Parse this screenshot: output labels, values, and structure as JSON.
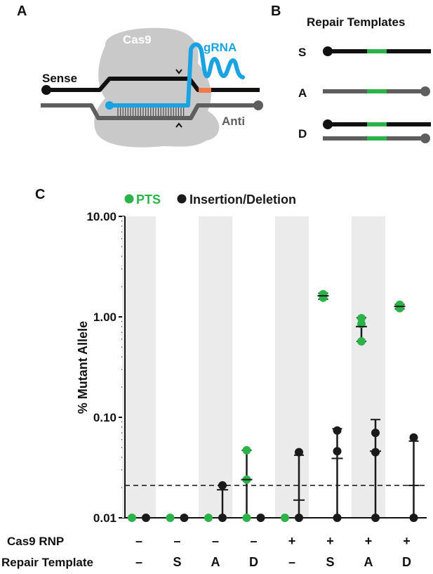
{
  "panel_a": {
    "letter": "A",
    "cas9_label": "Cas9",
    "grna_label": "gRNA",
    "sense_label": "Sense",
    "anti_label": "Anti"
  },
  "panel_b": {
    "letter": "B",
    "title": "Repair Templates",
    "templates": [
      "S",
      "A",
      "D"
    ]
  },
  "panel_c": {
    "letter": "C",
    "legend": [
      {
        "label": "PTS",
        "color": "#2bb34a"
      },
      {
        "label": "Insertion/Deletion",
        "color": "#1a1a1a"
      }
    ]
  },
  "colors": {
    "grna": "#1aa3e0",
    "pts": "#2bb34a",
    "cas9": "#c9c9c9",
    "sense": "#111111",
    "anti": "#5e5e5e",
    "pam": "#f07a4a"
  },
  "chart_data": {
    "type": "scatter",
    "yscale": "log",
    "ylabel": "% Mutant Allele",
    "ylim": [
      0.01,
      10
    ],
    "yticks": [
      "10.00",
      "1.00",
      "0.10",
      "0.01"
    ],
    "threshold": 0.021,
    "row_labels": [
      "Cas9 RNP",
      "Repair Template"
    ],
    "groups": [
      {
        "cas9": "–",
        "template": "–"
      },
      {
        "cas9": "–",
        "template": "S"
      },
      {
        "cas9": "–",
        "template": "A"
      },
      {
        "cas9": "–",
        "template": "D"
      },
      {
        "cas9": "+",
        "template": "–"
      },
      {
        "cas9": "+",
        "template": "S"
      },
      {
        "cas9": "+",
        "template": "A"
      },
      {
        "cas9": "+",
        "template": "D"
      }
    ],
    "series": [
      {
        "name": "PTS",
        "points": [
          [
            0.01
          ],
          [
            0.01
          ],
          [
            0.01
          ],
          [
            0.01,
            0.024,
            0.047
          ],
          [
            0.01
          ],
          [
            1.55,
            1.62,
            1.68
          ],
          [
            0.57,
            0.85,
            0.97
          ],
          [
            1.22,
            1.27,
            1.32
          ]
        ],
        "mean": [
          null,
          null,
          null,
          0.024,
          null,
          1.62,
          0.8,
          1.27
        ],
        "err": [
          null,
          null,
          null,
          [
            0.01,
            0.047
          ],
          null,
          [
            1.5,
            1.72
          ],
          [
            0.57,
            0.98
          ],
          [
            1.2,
            1.33
          ]
        ]
      },
      {
        "name": "Insertion/Deletion",
        "points": [
          [
            0.01
          ],
          [
            0.01
          ],
          [
            0.01,
            0.021
          ],
          [
            0.01
          ],
          [
            0.01,
            0.045
          ],
          [
            0.01,
            0.046,
            0.074
          ],
          [
            0.01,
            0.045,
            0.07
          ],
          [
            0.01,
            0.063
          ]
        ],
        "mean": [
          null,
          null,
          0.019,
          null,
          0.015,
          0.039,
          0.046,
          0.021
        ],
        "err": [
          null,
          null,
          [
            0.01,
            0.021
          ],
          null,
          [
            0.01,
            0.042
          ],
          [
            0.01,
            0.077
          ],
          [
            0.01,
            0.095
          ],
          [
            0.01,
            0.058
          ]
        ]
      }
    ]
  }
}
